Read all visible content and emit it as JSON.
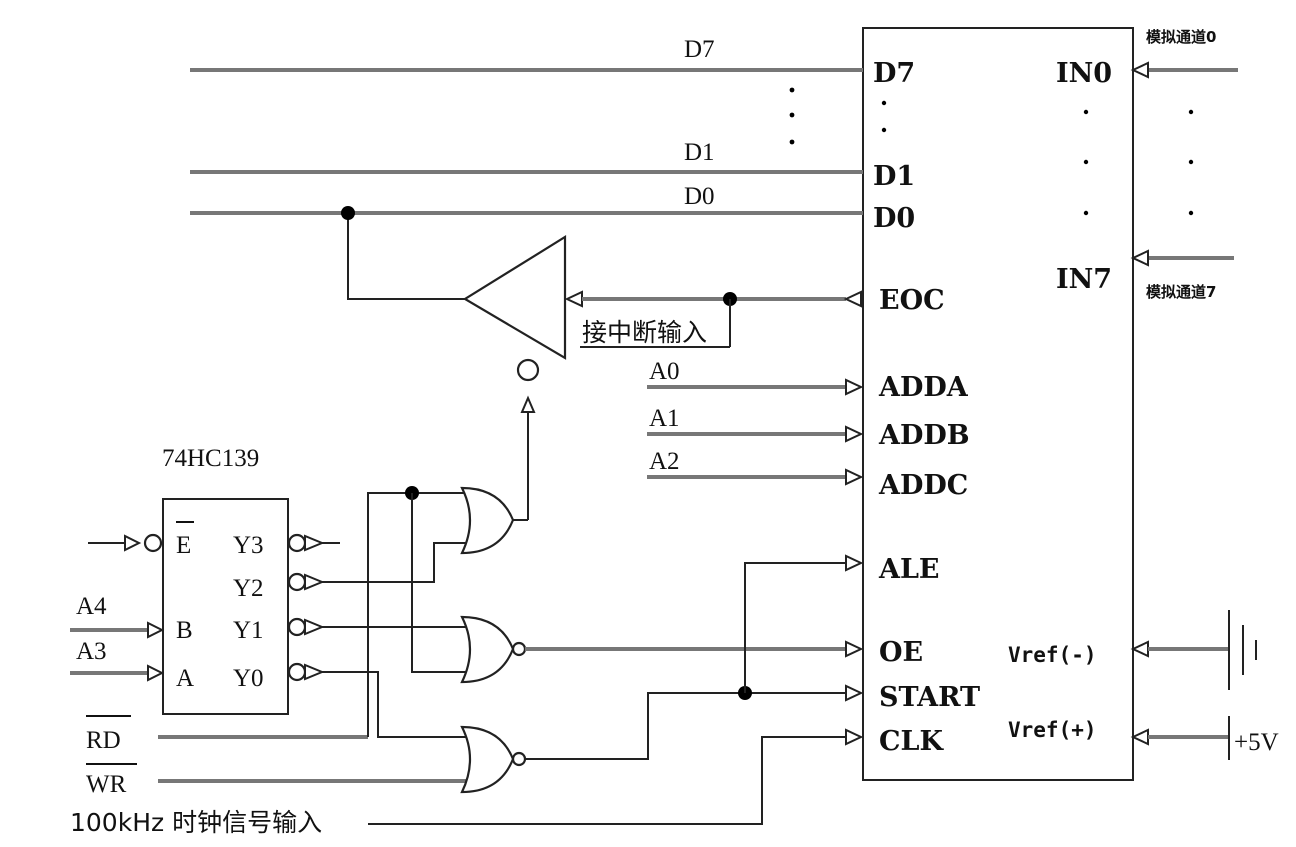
{
  "decoder": {
    "title": "74HC139",
    "pin_e": "E",
    "pin_b": "B",
    "pin_a": "A",
    "pin_y3": "Y3",
    "pin_y2": "Y2",
    "pin_y1": "Y1",
    "pin_y0": "Y0"
  },
  "adc_left_pins": {
    "d7": "D7",
    "d1": "D1",
    "d0": "D0",
    "eoc": "EOC",
    "adda": "ADDA",
    "addb": "ADDB",
    "addc": "ADDC",
    "ale": "ALE",
    "oe": "OE",
    "start": "START",
    "clk": "CLK"
  },
  "adc_right_pins": {
    "in0": "IN0",
    "in7": "IN7",
    "vref_neg": "Vref(-)",
    "vref_pos": "Vref(+)"
  },
  "signals": {
    "d7": "D7",
    "d1": "D1",
    "d0": "D0",
    "a0": "A0",
    "a1": "A1",
    "a2": "A2",
    "a4": "A4",
    "a3": "A3",
    "rd": "RD",
    "wr": "WR",
    "clock_in": "100kHz 时钟信号输入",
    "interrupt": "接中断输入",
    "analog_ch0": "模拟通道0",
    "analog_ch7": "模拟通道7",
    "plus5v": "+5V"
  }
}
